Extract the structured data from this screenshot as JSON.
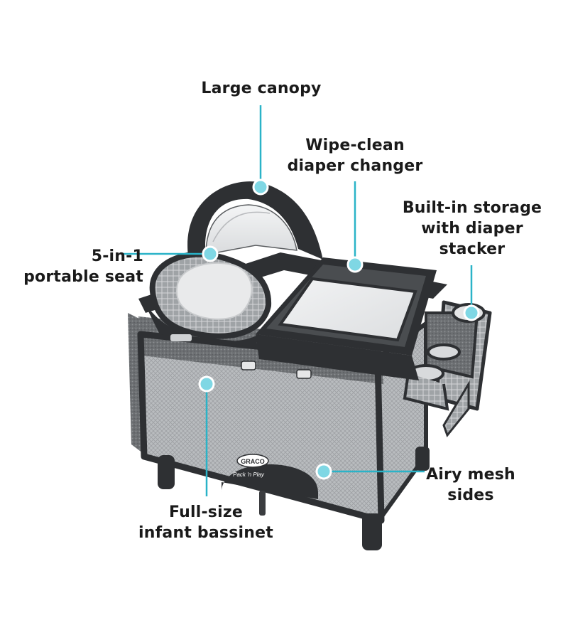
{
  "callouts": {
    "canopy": {
      "line1": "Large canopy"
    },
    "changer": {
      "line1": "Wipe-clean",
      "line2": "diaper changer"
    },
    "storage": {
      "line1": "Built-in storage",
      "line2": "with diaper",
      "line3": "stacker"
    },
    "seat": {
      "line1": "5-in-1",
      "line2": "portable seat"
    },
    "mesh": {
      "line1": "Airy mesh",
      "line2": "sides"
    },
    "bassinet": {
      "line1": "Full-size",
      "line2": "infant bassinet"
    }
  },
  "brand": {
    "logo": "GRACO",
    "product": "Pack 'n Play"
  },
  "colors": {
    "accent": "#2ab3c8",
    "frame": "#2e3033",
    "fabric": "#8a8d90",
    "cushion": "#e9eaeb"
  }
}
